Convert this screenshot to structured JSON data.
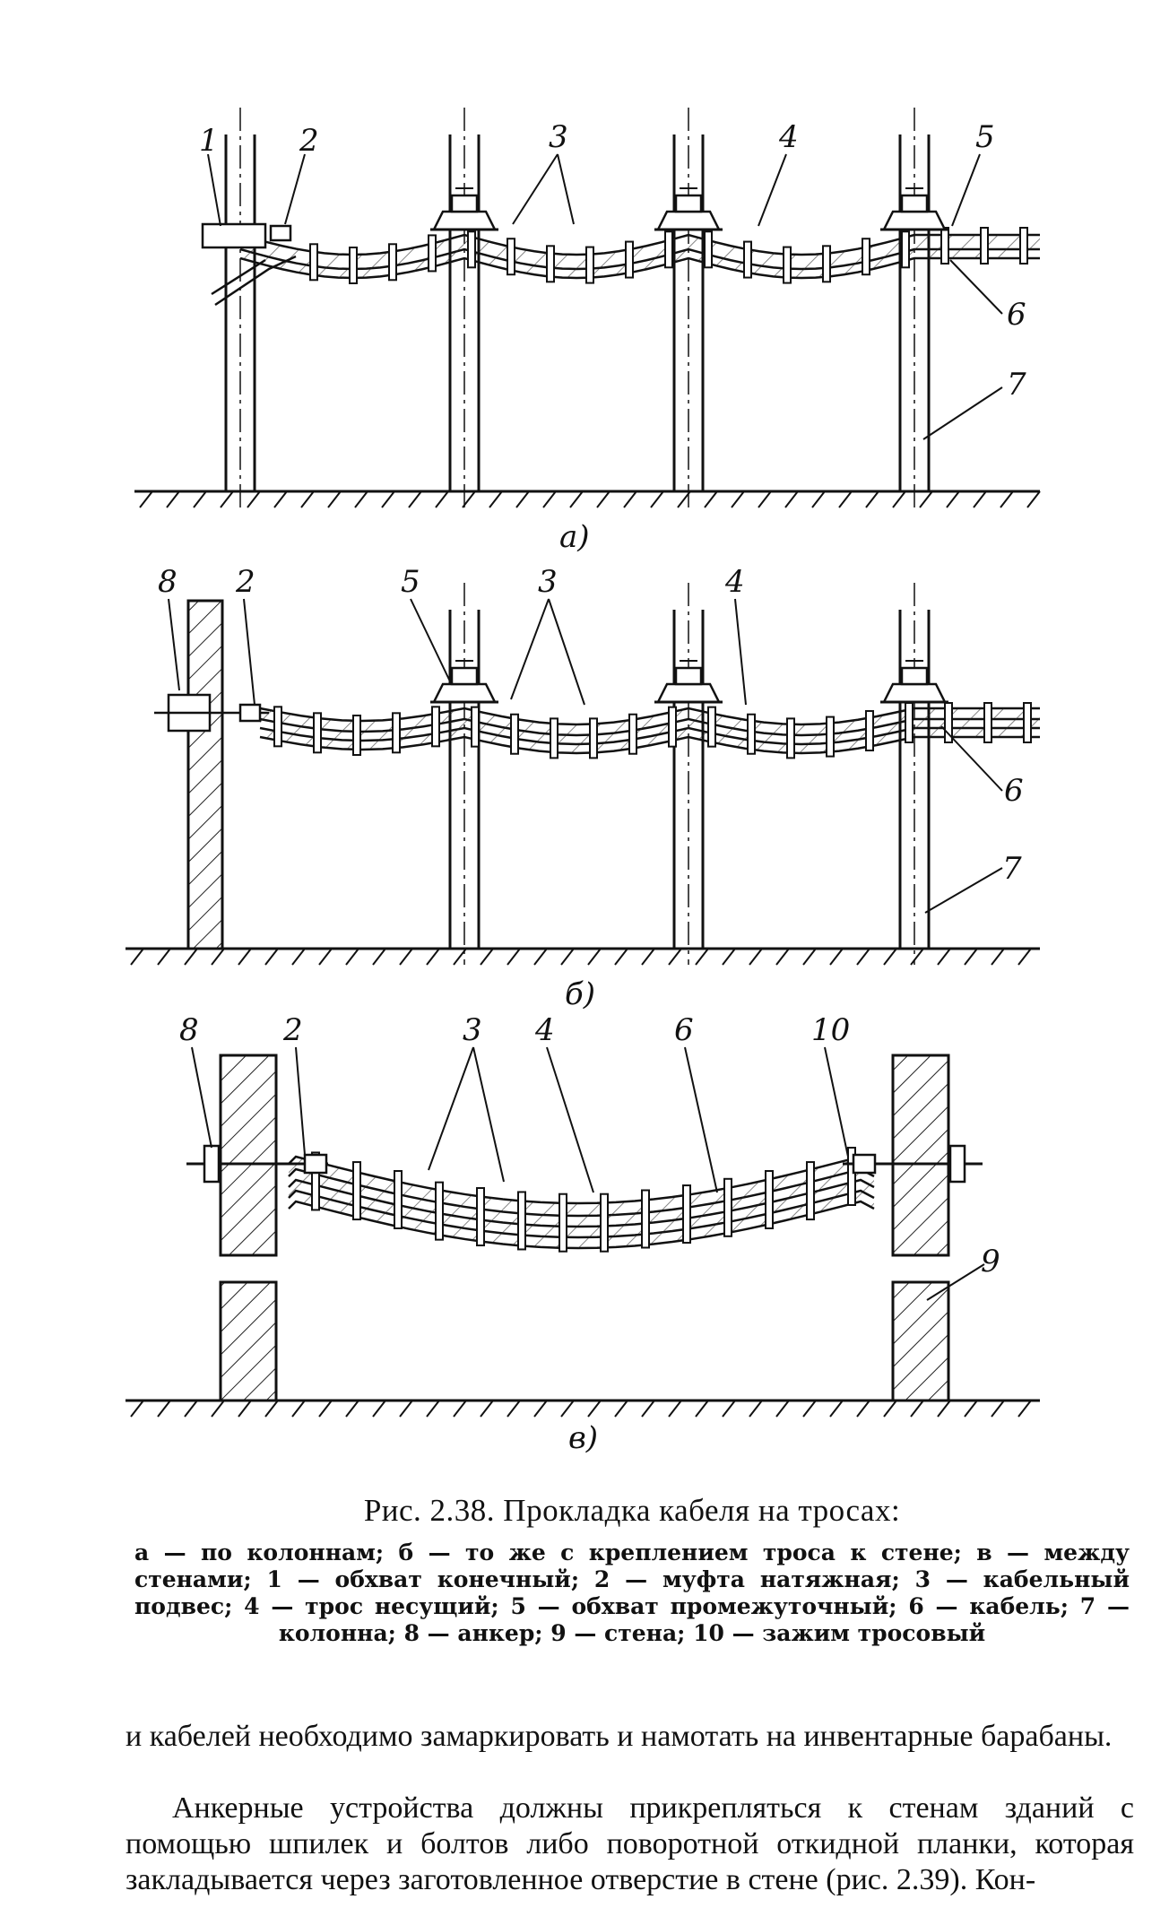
{
  "figure": {
    "panels": [
      {
        "id": "a",
        "label": "а)",
        "callouts": [
          "1",
          "2",
          "3",
          "4",
          "5",
          "6",
          "7"
        ]
      },
      {
        "id": "b",
        "label": "б)",
        "callouts": [
          "8",
          "2",
          "5",
          "3",
          "4",
          "6",
          "7"
        ]
      },
      {
        "id": "c",
        "label": "в)",
        "callouts": [
          "8",
          "2",
          "3",
          "4",
          "6",
          "10",
          "9"
        ]
      }
    ],
    "caption_title": "Рис. 2.38. Прокладка кабеля на тросах:",
    "caption_legend": "а — по колоннам; б — то же с креплением троса к стене; в — между стенами; 1 — обхват конечный; 2 — муфта натяжная; 3 — кабельный подвес; 4 — трос несущий; 5 — обхват промежуточный; 6 — кабель; 7 — колонна; 8 — анкер; 9 — стена; 10 — зажим тросовый"
  },
  "body": {
    "paragraph_1": "и кабелей необходимо замаркировать и намотать на инвентарные барабаны.",
    "paragraph_2": "Анкерные устройства должны прикрепляться к стенам зданий с помощью шпилек и болтов либо поворотной откидной планки, которая закладывается через заготовленное отверстие в стене (рис. 2.39). Кон-"
  }
}
